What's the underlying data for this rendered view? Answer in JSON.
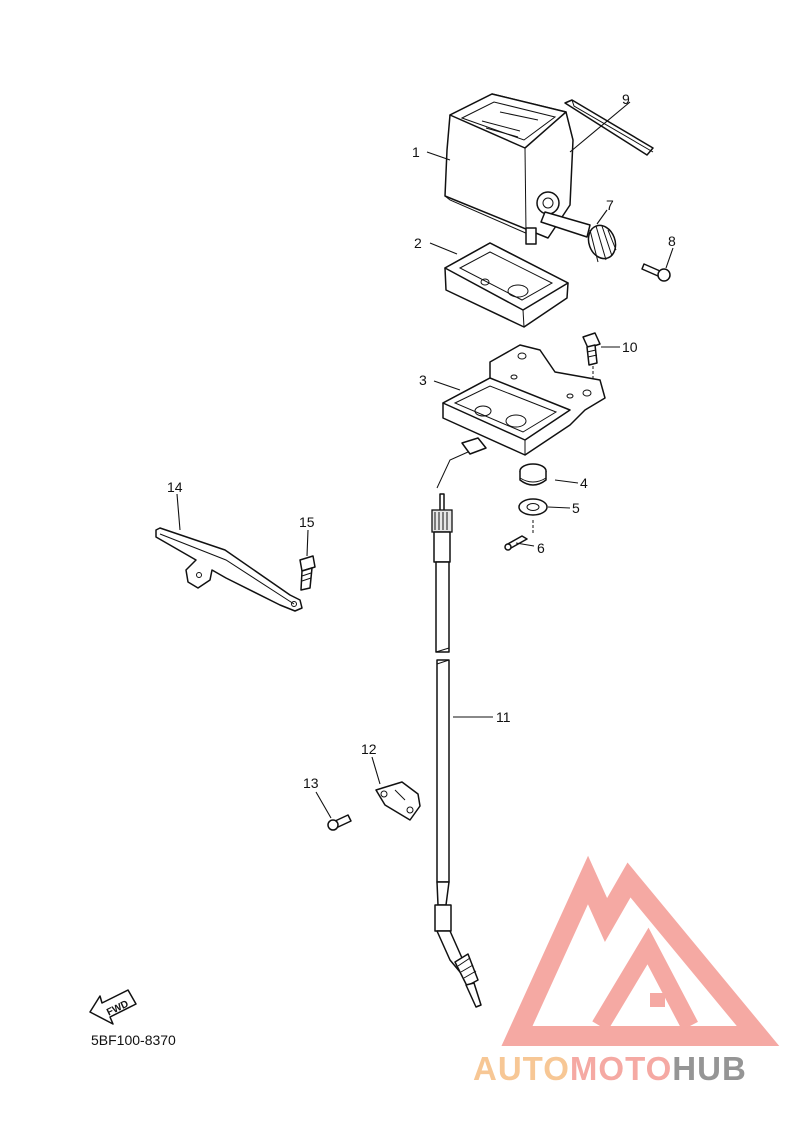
{
  "diagram_code": "5BF100-8370",
  "fwd_label": "FWD",
  "callouts": [
    {
      "id": "1",
      "label": "1"
    },
    {
      "id": "2",
      "label": "2"
    },
    {
      "id": "3",
      "label": "3"
    },
    {
      "id": "4",
      "label": "4"
    },
    {
      "id": "5",
      "label": "5"
    },
    {
      "id": "6",
      "label": "6"
    },
    {
      "id": "7",
      "label": "7"
    },
    {
      "id": "8",
      "label": "8"
    },
    {
      "id": "9",
      "label": "9"
    },
    {
      "id": "10",
      "label": "10"
    },
    {
      "id": "11",
      "label": "11"
    },
    {
      "id": "12",
      "label": "12"
    },
    {
      "id": "13",
      "label": "13"
    },
    {
      "id": "14",
      "label": "14"
    },
    {
      "id": "15",
      "label": "15"
    }
  ],
  "watermark": {
    "part1": "AUTO",
    "part2": "MOTO",
    "part3": "HUB",
    "color_part1": "#f7c28a",
    "color_part2": "#f4a09a",
    "color_part3": "#8a8a8a",
    "logo_color": "#f4a09a"
  }
}
